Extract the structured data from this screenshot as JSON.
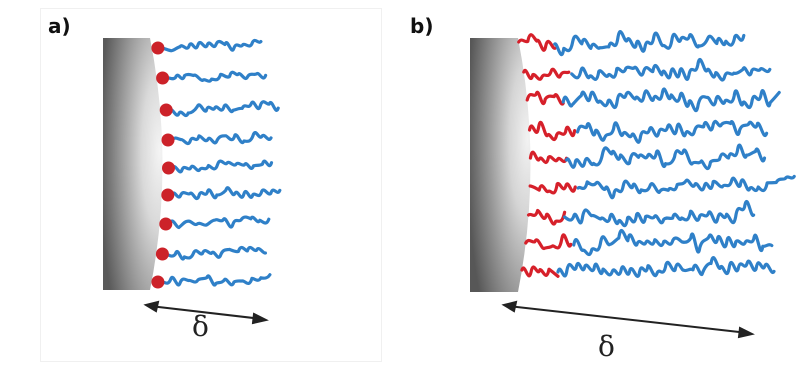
{
  "panels": [
    {
      "label": "a)",
      "thickness_symbol": "δ"
    },
    {
      "label": "b)",
      "thickness_symbol": "δ"
    }
  ],
  "colors": {
    "anchor": "#cc2229",
    "chain": "#2f80c8",
    "block": "#d6202a",
    "arrow": "#222222"
  },
  "icons": [
    "spherical-particle-surface",
    "polymer-brush-chain",
    "double-headed-arrow"
  ]
}
